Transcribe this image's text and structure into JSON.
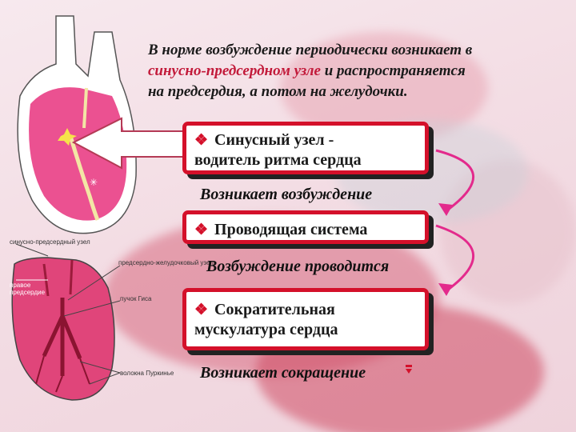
{
  "intro": {
    "line1": "В норме возбуждение периодически возникает в",
    "highlight": "синусно-предсердном узле",
    "line2_rest": " и распространяется",
    "line3": "на предсердия, а потом на желудочки."
  },
  "boxes": [
    {
      "bullet": "❖",
      "line1": "Синусный узел -",
      "line2": "водитель ритма сердца"
    },
    {
      "bullet": "❖",
      "line1": "Проводящая система"
    },
    {
      "bullet": "❖",
      "line1": "Сократительная",
      "line2": "мускулатура сердца"
    }
  ],
  "captions": [
    "Возникает возбуждение",
    "Возбуждение проводится",
    "Возникает сокращение"
  ],
  "diagram_labels": {
    "sa_node": "синусно-предсердный узел",
    "right_atrium": "правое предсердие",
    "av_node": "предсердно-желудочковый узел",
    "bundle": "пучок Гиса",
    "purkinje": "волокна Пуркинье"
  },
  "colors": {
    "accent": "#d4102a",
    "heart": "#e8337e",
    "arrow_pink": "#e32a8c"
  }
}
